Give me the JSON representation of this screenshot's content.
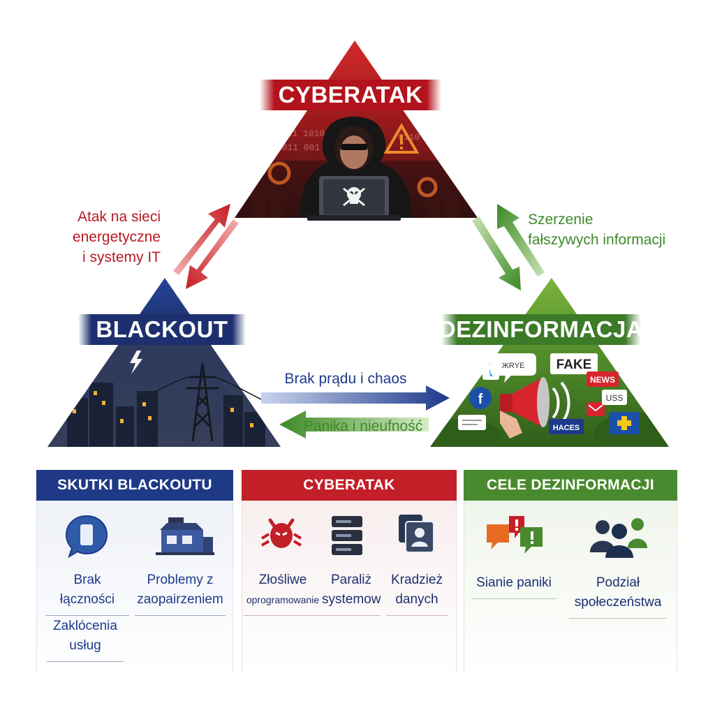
{
  "nodes": {
    "top": {
      "title": "CYBERATAK",
      "color": "#b3131c"
    },
    "left": {
      "title": "BLACKOUT",
      "color": "#1d2f6e"
    },
    "right": {
      "title": "DEZINFORMACJA",
      "color": "#3c7a27"
    }
  },
  "links": {
    "cyber_blackout": [
      "Atak na sieci",
      "energetyczne",
      "i systemy IT"
    ],
    "cyber_dezinfo": [
      "Szerzenie",
      "fałszywych informacji"
    ],
    "blackout_to_dezinfo": "Brak prądu i chaos",
    "dezinfo_to_blackout": "Panika i nieufność"
  },
  "scene_text": {
    "fake": "FAKE",
    "news": "NEWS",
    "uss": "USS",
    "haces": "HACES",
    "bubble": "ЖRYE"
  },
  "panels": {
    "blackout": {
      "title": "SKUTKI BLACKOUTU",
      "items": [
        "Brak łączności",
        "Problemy z zaopairzeniem",
        "Zaklócenia usług"
      ],
      "color": "#1e3a86"
    },
    "cyber": {
      "title": "CYBERATAK",
      "items": [
        "Złośliwe",
        "oprogramowanie",
        "Paraliż systemow",
        "Kradzież danych"
      ],
      "color": "#c21f28"
    },
    "dezinfo": {
      "title": "CELE DEZINFORMACJI",
      "items": [
        "Sianie paniki",
        "Podział społeczeństwa"
      ],
      "color": "#4a8a2e"
    }
  },
  "icons": [
    "hacker-icon",
    "skull-icon",
    "warning-icon",
    "lightning-icon",
    "power-tower-icon",
    "megaphone-icon",
    "twitter-icon",
    "facebook-icon",
    "mail-icon",
    "phone-bubble-icon",
    "building-icon",
    "devil-icon",
    "server-icon",
    "identity-card-icon",
    "alert-bubbles-icon",
    "people-icon"
  ]
}
